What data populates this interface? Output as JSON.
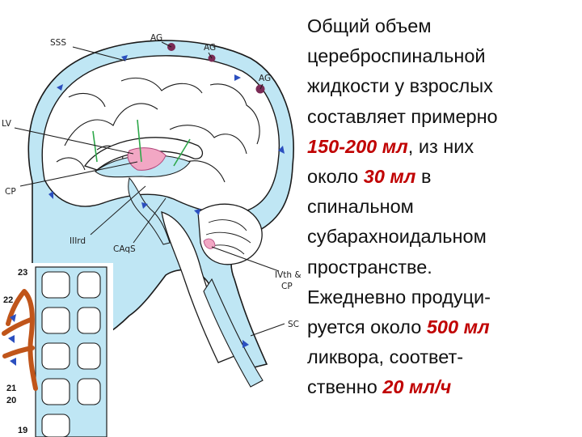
{
  "labels": {
    "sss": "SSS",
    "ag1": "AG",
    "ag2": "AG",
    "ag3": "AG",
    "lv": "LV",
    "cp": "CP",
    "iiird": "IIIrd",
    "caqs": "CAqS",
    "ivth_1": "IVth &",
    "ivth_2": "CP",
    "sc": "SC"
  },
  "vertebra_numbers": [
    "23",
    "22",
    "21",
    "20",
    "19"
  ],
  "text": {
    "line1": "Общий объем",
    "line2": "цереброспинальной",
    "line3": "жидкости у взрослых",
    "line4": "составляет примерно",
    "line5_hl": "150-200 мл",
    "line5_rest": ", из них",
    "line6_pre": "около ",
    "line6_hl": "30 мл",
    "line6_rest": " в",
    "line7": "спинальном",
    "line8": "субарахноидальном",
    "line9": "пространстве.",
    "line10": "Ежедневно продуци-",
    "line11_pre": "руется около ",
    "line11_hl": "500 мл",
    "line12": "ликвора, соответ-",
    "line13_pre": "ственно ",
    "line13_hl": "20 мл/ч"
  },
  "colors": {
    "csf": "#bfe6f4",
    "outline": "#1a1a1a",
    "flow_arrow": "#2b4fbf",
    "green_arrow": "#2ea84a",
    "plexus": "#f2a7c4",
    "granulation": "#7a2a55",
    "root": "#c0551a",
    "highlight": "#c00000"
  }
}
